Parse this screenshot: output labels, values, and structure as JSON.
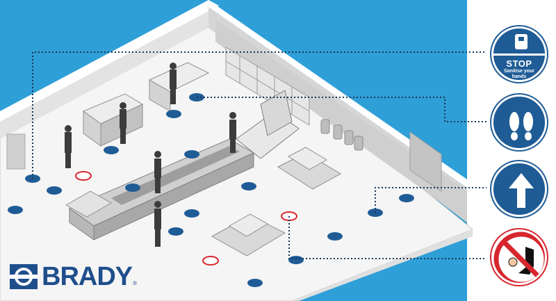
{
  "colors": {
    "background_blue": "#2f9fd8",
    "sign_blue": "#1f5c96",
    "prohibition_red": "#d7262e",
    "brand_navy": "#1f4e8c",
    "floor": "#f4f4f4",
    "wall": "#d9d9d9"
  },
  "signs": [
    {
      "id": "sanitise",
      "icon": "hand-sanitiser-icon",
      "title": "STOP",
      "subtitle": "Sanitise your hands"
    },
    {
      "id": "footprints",
      "icon": "footprints-icon"
    },
    {
      "id": "direction",
      "icon": "arrow-up-icon"
    },
    {
      "id": "no-entry",
      "icon": "stop-hand-prohibition-icon"
    }
  ],
  "brand": {
    "name": "BRADY",
    "registered_mark": "®",
    "logo_icon": "brady-logo-icon"
  }
}
